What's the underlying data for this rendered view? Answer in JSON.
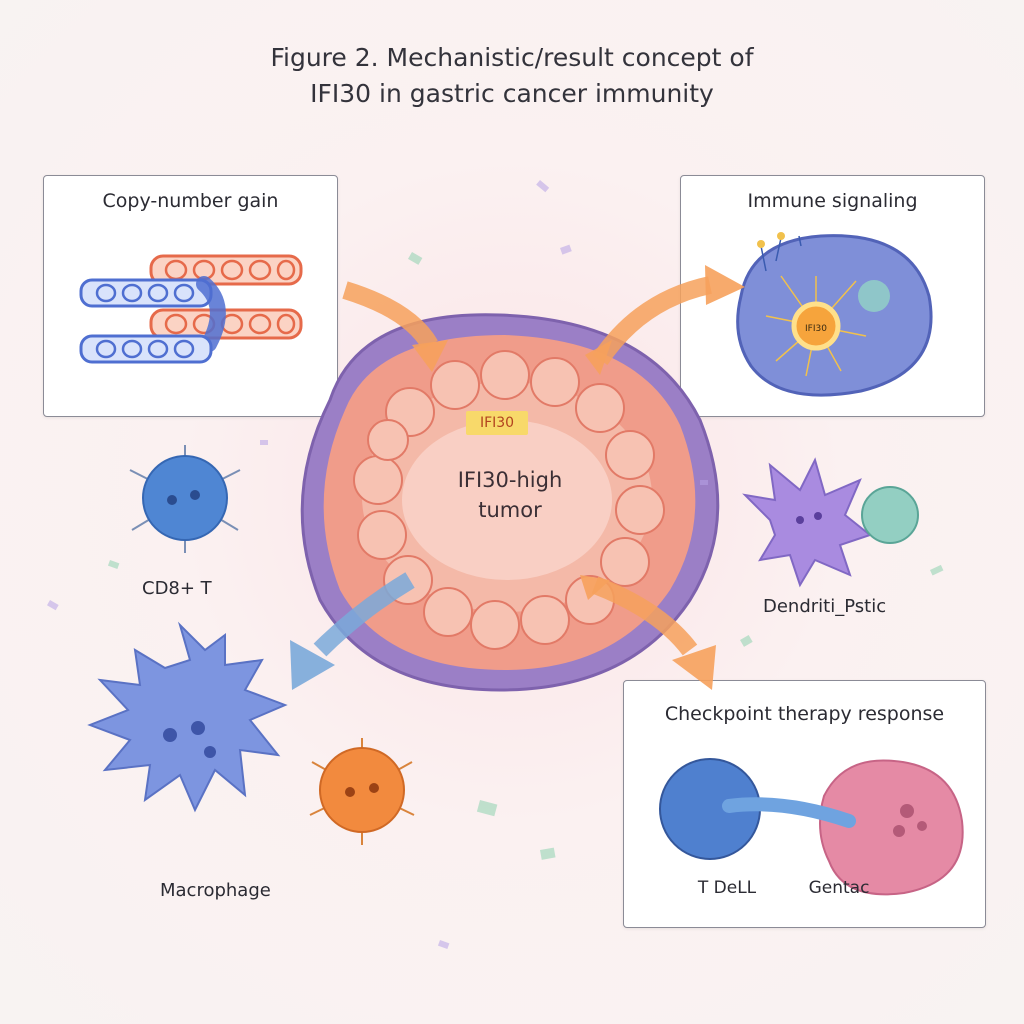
{
  "title": {
    "line1": "Figure 2. Mechanistic/result concept of",
    "line2": "IFI30 in gastric cancer immunity"
  },
  "panels": {
    "copy_number": {
      "label": "Copy-number gain"
    },
    "immune_signaling": {
      "label": "Immune signaling",
      "cell_text": "IFI30"
    },
    "checkpoint": {
      "label": "Checkpoint therapy response",
      "t_cell_label": "T DeLL",
      "tumor_label": "Gentac"
    }
  },
  "tumor": {
    "badge": "IFI30",
    "label_line1": "IFI30-high",
    "label_line2": "tumor"
  },
  "cells": {
    "cd8": {
      "label": "CD8+ T"
    },
    "dendritic": {
      "label": "Dendriti_Pstic"
    },
    "macrophage": {
      "label": "Macrophage"
    }
  },
  "colors": {
    "tumor_core": "#f4b9a8",
    "tumor_rim": "#9b7fc6",
    "arrow_orange": "#f6a15c",
    "arrow_blue": "#7aa9d9",
    "t_cell_blue": "#4f80cf",
    "macrophage_blue": "#7d95e0",
    "dendritic_purple": "#a98be0",
    "tumor_cell_pink": "#e58aa5",
    "neutrophil_orange": "#f28a3e"
  }
}
